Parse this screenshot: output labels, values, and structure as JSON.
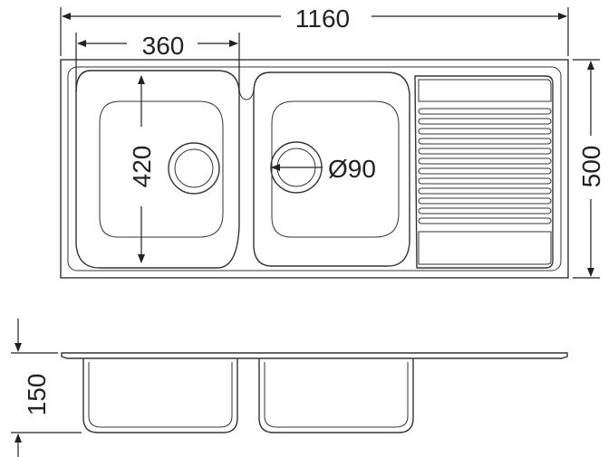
{
  "dimensions": {
    "overall_width": "1160",
    "bowl_width": "360",
    "bowl_depth_length": "420",
    "drain_diameter": "Ø90",
    "overall_depth": "500",
    "bowl_height": "150"
  },
  "colors": {
    "stroke": "#333333",
    "background": "#ffffff"
  }
}
